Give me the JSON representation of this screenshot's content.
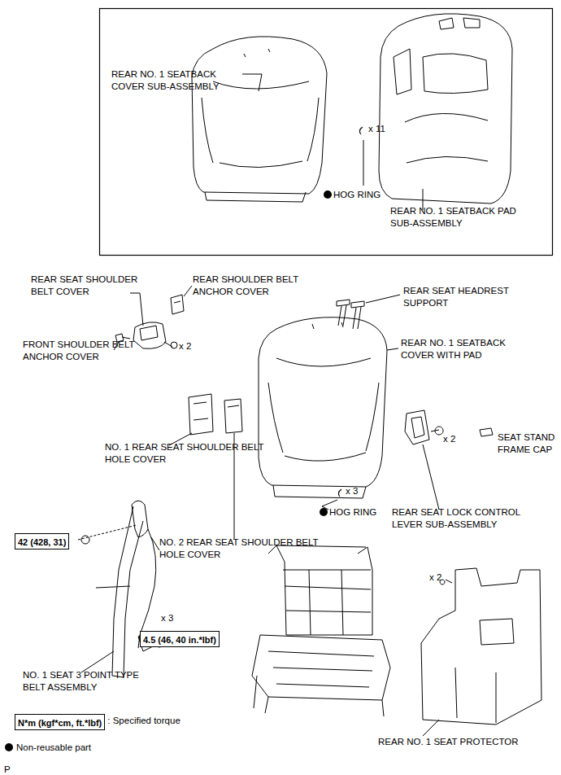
{
  "diagram": {
    "nodes": [
      {
        "text": [
          "42 (428, 31)"
        ]
      },
      {
        "text": [
          "4.5 (46, 40 in.*lbf)"
        ]
      },
      {
        "text": [
          "N*m (kgf*cm, ft.*lbf)"
        ]
      }
    ],
    "labels": [
      "REAR NO. 1 SEATBACK COVER SUB-ASSEMBLY",
      "x 11",
      "HOG RING",
      "REAR NO. 1 SEATBACK PAD SUB-ASSEMBLY",
      "REAR SEAT SHOULDER BELT COVER",
      "REAR SHOULDER BELT ANCHOR COVER",
      "REAR SEAT HEADREST SUPPORT",
      "REAR NO. 1 SEATBACK COVER WITH PAD",
      "FRONT SHOULDER BELT ANCHOR COVER",
      "x 2",
      "NO. 1 REAR SEAT SHOULDER BELT HOLE COVER",
      "x 2",
      "SEAT STAND FRAME CAP",
      "x 3",
      "HOG RING",
      "REAR SEAT LOCK CONTROL LEVER SUB-ASSEMBLY",
      "NO. 2 REAR SEAT SHOULDER BELT HOLE COVER",
      "x 3",
      "x 2",
      "NO. 1 SEAT 3 POINT TYPE BELT ASSEMBLY",
      "REAR NO. 1 SEAT PROTECTOR",
      "P"
    ],
    "legend": [
      {
        "text": ": Specified torque"
      },
      {
        "text": "Non-reusable part"
      }
    ]
  }
}
